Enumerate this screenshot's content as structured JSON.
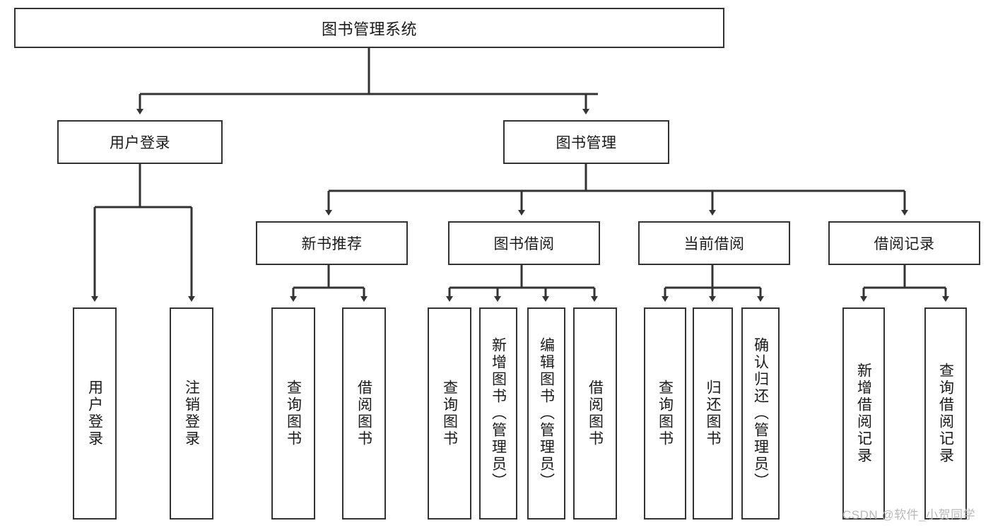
{
  "diagram": {
    "title": "图书管理系统",
    "type": "tree-structure-chart",
    "watermark": "CSDN @软件_小贺同学",
    "colors": {
      "stroke": "#333333",
      "fill": "#ffffff",
      "text": "#1a1a1a",
      "watermark": "#b9b9b9"
    },
    "nodes": {
      "root": {
        "label": "图书管理系统"
      },
      "level2": [
        {
          "id": "user-login",
          "label": "用户登录"
        },
        {
          "id": "book-management",
          "label": "图书管理"
        }
      ],
      "level3": [
        {
          "id": "new-book-recommend",
          "label": "新书推荐"
        },
        {
          "id": "book-borrow",
          "label": "图书借阅"
        },
        {
          "id": "current-borrow",
          "label": "当前借阅"
        },
        {
          "id": "borrow-record",
          "label": "借阅记录"
        }
      ],
      "leaves": {
        "user-login": [
          {
            "id": "leaf-user-login",
            "label": "用户登录"
          },
          {
            "id": "leaf-logout-login",
            "label": "注销登录"
          }
        ],
        "new-book-recommend": [
          {
            "id": "leaf-query-book-1",
            "label": "查询图书"
          },
          {
            "id": "leaf-borrow-book-1",
            "label": "借阅图书"
          }
        ],
        "book-borrow": [
          {
            "id": "leaf-query-book-2",
            "label": "查询图书"
          },
          {
            "id": "leaf-add-book",
            "label": "新增图书（管理员）"
          },
          {
            "id": "leaf-edit-book",
            "label": "编辑图书（管理员）"
          },
          {
            "id": "leaf-borrow-book-2",
            "label": "借阅图书"
          }
        ],
        "current-borrow": [
          {
            "id": "leaf-query-book-3",
            "label": "查询图书"
          },
          {
            "id": "leaf-return-book",
            "label": "归还图书"
          },
          {
            "id": "leaf-confirm-return",
            "label": "确认归还（管理员）"
          }
        ],
        "borrow-record": [
          {
            "id": "leaf-add-record",
            "label": "新增借阅记录"
          },
          {
            "id": "leaf-query-record",
            "label": "查询借阅记录"
          }
        ]
      }
    }
  }
}
